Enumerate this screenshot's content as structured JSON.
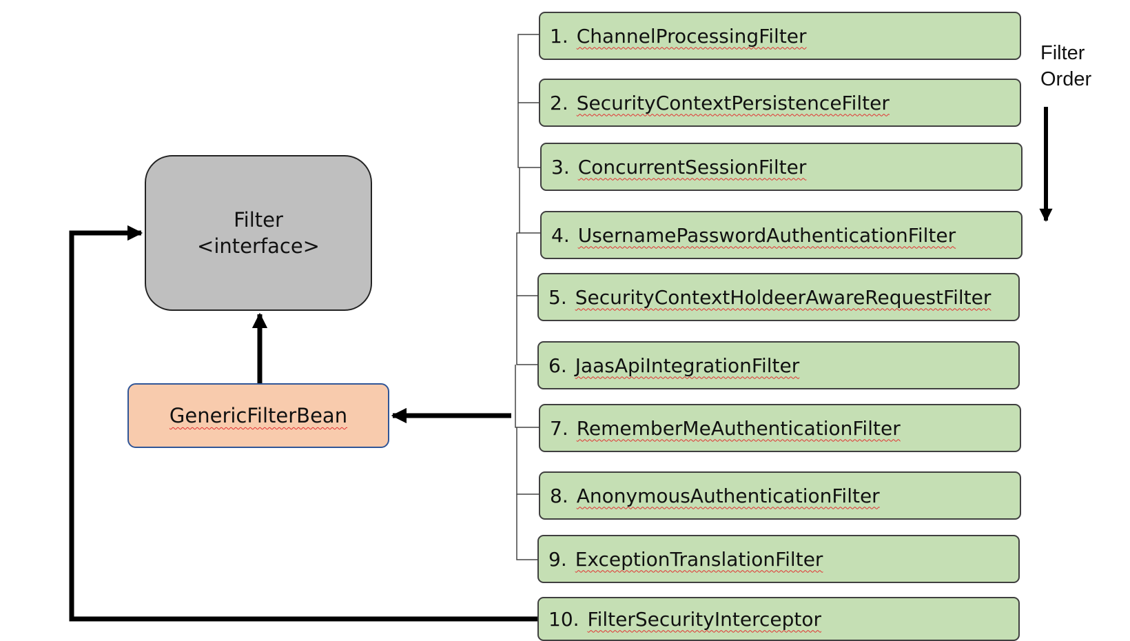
{
  "interface_node": {
    "title": "Filter",
    "subtitle": "<interface>"
  },
  "base_class": {
    "label": "GenericFilterBean"
  },
  "order_label": {
    "line1": "Filter",
    "line2": "Order"
  },
  "filters": [
    {
      "num": "1.",
      "name": "ChannelProcessingFilter"
    },
    {
      "num": "2.",
      "name": "SecurityContextPersistenceFilter"
    },
    {
      "num": "3.",
      "name": "ConcurrentSessionFilter"
    },
    {
      "num": "4.",
      "name": "UsernamePasswordAuthenticationFilter"
    },
    {
      "num": "5.",
      "name": "SecurityContextHoldeerAwareRequestFilter"
    },
    {
      "num": "6.",
      "name": "JaasApiIntegrationFilter"
    },
    {
      "num": "7.",
      "name": "RememberMeAuthenticationFilter"
    },
    {
      "num": "8.",
      "name": "AnonymousAuthenticationFilter"
    },
    {
      "num": "9.",
      "name": "ExceptionTranslationFilter"
    },
    {
      "num": "10.",
      "name": "FilterSecurityInterceptor"
    }
  ],
  "colors": {
    "filter_fill": "#c5dfb4",
    "interface_fill": "#bfbfbf",
    "base_fill": "#f8cbad",
    "base_border": "#2f5597"
  }
}
